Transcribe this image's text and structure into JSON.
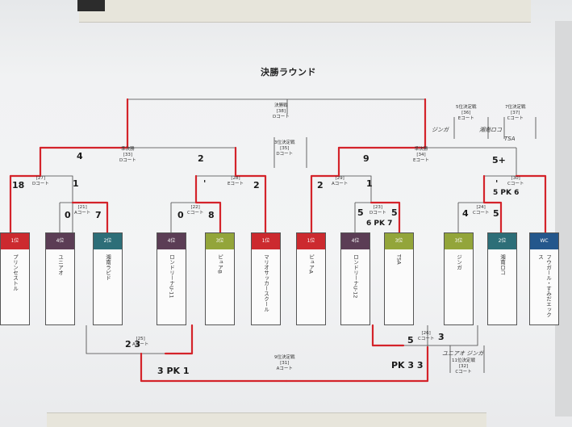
{
  "title": "決勝ラウンド",
  "colors": {
    "rank1": "#cc2a2f",
    "rank2": "#2d6e78",
    "rank3": "#93a53a",
    "rank4": "#5b3d55",
    "wc": "#24578c",
    "line_red": "#d4232a"
  },
  "teams": [
    {
      "rank": "1位",
      "name": "プリンセストル",
      "color": "rank1"
    },
    {
      "rank": "4位",
      "name": "ユニアオ",
      "color": "rank4"
    },
    {
      "rank": "2位",
      "name": "湘南ラピド",
      "color": "rank2"
    },
    {
      "rank": "4位",
      "name": "ロンドリーナU-11",
      "color": "rank4"
    },
    {
      "rank": "3位",
      "name": "ピュアB",
      "color": "rank3"
    },
    {
      "rank": "1位",
      "name": "マリオサッカースクール",
      "color": "rank1"
    },
    {
      "rank": "1位",
      "name": "ピュアA",
      "color": "rank1"
    },
    {
      "rank": "4位",
      "name": "ロンドリーナU-12",
      "color": "rank4"
    },
    {
      "rank": "3位",
      "name": "TSA",
      "color": "rank3"
    },
    {
      "rank": "3位",
      "name": "ジンガ",
      "color": "rank3"
    },
    {
      "rank": "2位",
      "name": "湘南ロコ",
      "color": "rank2"
    },
    {
      "rank": "WC",
      "name": "フウガール・すみだエックス",
      "color": "wc"
    }
  ],
  "matches": {
    "m21": "[21]\nAコート",
    "m22": "[22]\nCコート",
    "m23": "[23]\nDコート",
    "m24": "[24]\nCコート",
    "m27": "[27]\nDコート",
    "m28": "[28]\nEコート",
    "m29": "[29]\nAコート",
    "m30": "[30]\nCコート",
    "m33": "準決勝\n[33]\nDコート",
    "m34": "準決勝\n[34]\nEコート",
    "m35": "3位決定戦\n[35]\nDコート",
    "m36": "5位決定戦\n[36]\nEコート",
    "m37": "7位決定戦\n[37]\nCコート",
    "final": "決勝戦\n[38]\nDコート",
    "m25": "[25]\nAコート",
    "m26": "[26]\nCコート",
    "m31": "9位決定戦\n[31]\nAコート",
    "m32": "11位決定戦\n[32]\nCコート"
  },
  "scores": {
    "s1": "18",
    "s2": "1",
    "s3": "0",
    "s4": "7",
    "s5": "4",
    "s6": "2",
    "s7": "'",
    "s8": "2",
    "s9": "0",
    "s10": "8",
    "s11": "2",
    "s12": "1",
    "s13": "9",
    "s14": "5",
    "s15": "5",
    "s16": "6 PK 7",
    "s17": "4",
    "s18": "5",
    "s19": "'",
    "s20": "5 PK 6",
    "s21": "5+",
    "s22": "2 3",
    "s23": "3 PK 1",
    "s24": "PK 3  3",
    "s25": "5",
    "s26": "3"
  },
  "notes": {
    "n1": "ジンガ",
    "n2": "湘南ロコ",
    "n3": "TSA",
    "n4": "ユニアオ ジンガ"
  }
}
